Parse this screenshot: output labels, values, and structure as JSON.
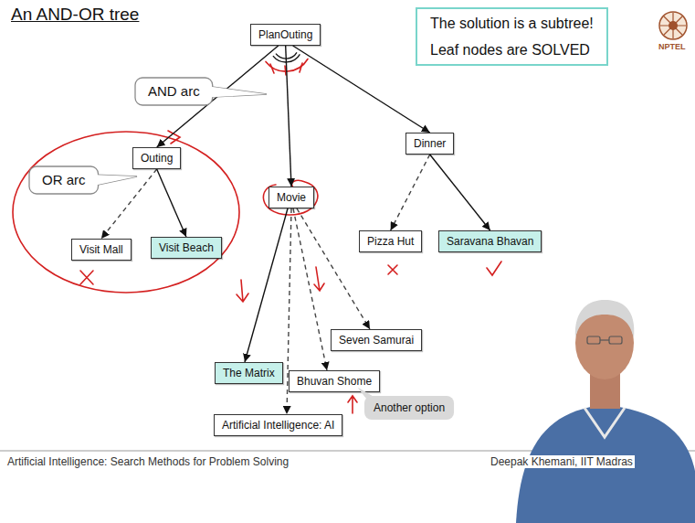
{
  "diagram": {
    "title": "An AND-OR tree",
    "nodes": [
      {
        "text": [
          "PlanOuting"
        ]
      },
      {
        "text": [
          "The solution is a subtree!",
          "Leaf nodes are SOLVED"
        ]
      },
      {
        "text": [
          "AND arc"
        ]
      },
      {
        "text": [
          "Outing"
        ]
      },
      {
        "text": [
          "OR arc"
        ]
      },
      {
        "text": [
          "Movie"
        ]
      },
      {
        "text": [
          "Dinner"
        ]
      },
      {
        "text": [
          "Visit Mall"
        ]
      },
      {
        "text": [
          "Visit Beach"
        ]
      },
      {
        "text": [
          "Pizza Hut"
        ]
      },
      {
        "text": [
          "Saravana Bhavan"
        ]
      },
      {
        "text": [
          "Seven Samurai"
        ]
      },
      {
        "text": [
          "The Matrix"
        ]
      },
      {
        "text": [
          "Bhuvan Shome"
        ]
      },
      {
        "text": [
          "Another option"
        ]
      },
      {
        "text": [
          "Artificial Intelligence: AI"
        ]
      }
    ],
    "edges": [
      {
        "from": 0,
        "to": 3,
        "arrow": "to"
      },
      {
        "from": 0,
        "to": 5,
        "arrow": "to"
      },
      {
        "from": 0,
        "to": 6,
        "arrow": "to"
      },
      {
        "from": 3,
        "to": 7,
        "arrow": "to"
      },
      {
        "from": 3,
        "to": 8,
        "arrow": "to"
      },
      {
        "from": 5,
        "to": 12,
        "arrow": "to"
      },
      {
        "from": 5,
        "to": 15,
        "arrow": "to"
      },
      {
        "from": 5,
        "to": 13,
        "arrow": "to"
      },
      {
        "from": 5,
        "to": 11,
        "arrow": "to"
      },
      {
        "from": 6,
        "to": 9,
        "arrow": "to"
      },
      {
        "from": 6,
        "to": 10,
        "arrow": "to"
      }
    ],
    "labels": [
      "Artificial Intelligence: Search Methods for Problem Solving",
      "Deepak Khemani, IIT Madras",
      "NPTEL"
    ]
  }
}
